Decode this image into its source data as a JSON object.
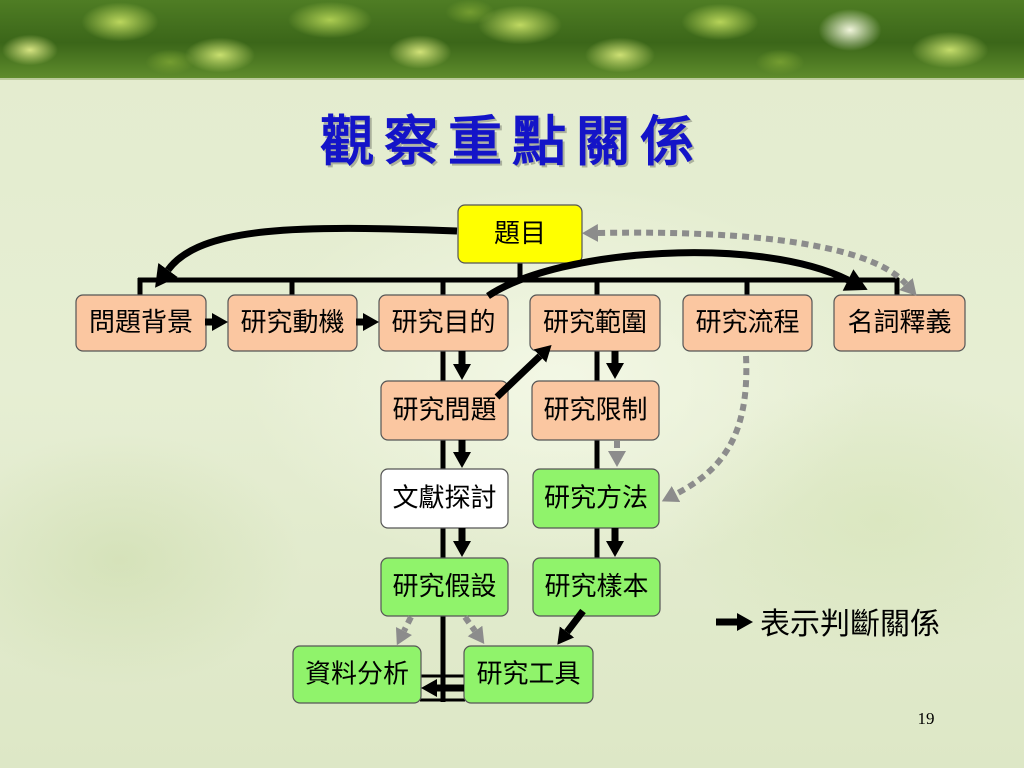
{
  "slide": {
    "title": "觀察重點關係",
    "legend_label": "表示判斷關係",
    "page_number": "19"
  },
  "nodes": {
    "topic": "題目",
    "background": "問題背景",
    "motivation": "研究動機",
    "purpose": "研究目的",
    "scope": "研究範圍",
    "process": "研究流程",
    "terms": "名詞釋義",
    "questions": "研究問題",
    "limitations": "研究限制",
    "literature": "文獻探討",
    "method": "研究方法",
    "hypothesis": "研究假設",
    "sample": "研究樣本",
    "analysis": "資料分析",
    "tools": "研究工具"
  },
  "colors": {
    "title": "#1414c8",
    "topic_fill": "#ffff00",
    "orange_fill": "#fbc7a1",
    "green_fill": "#90f36b",
    "white_fill": "#ffffff",
    "box_border": "#555555",
    "connector": "#000000",
    "judgment_arrow": "#000000",
    "dotted_arrow": "#8c8c8c"
  }
}
